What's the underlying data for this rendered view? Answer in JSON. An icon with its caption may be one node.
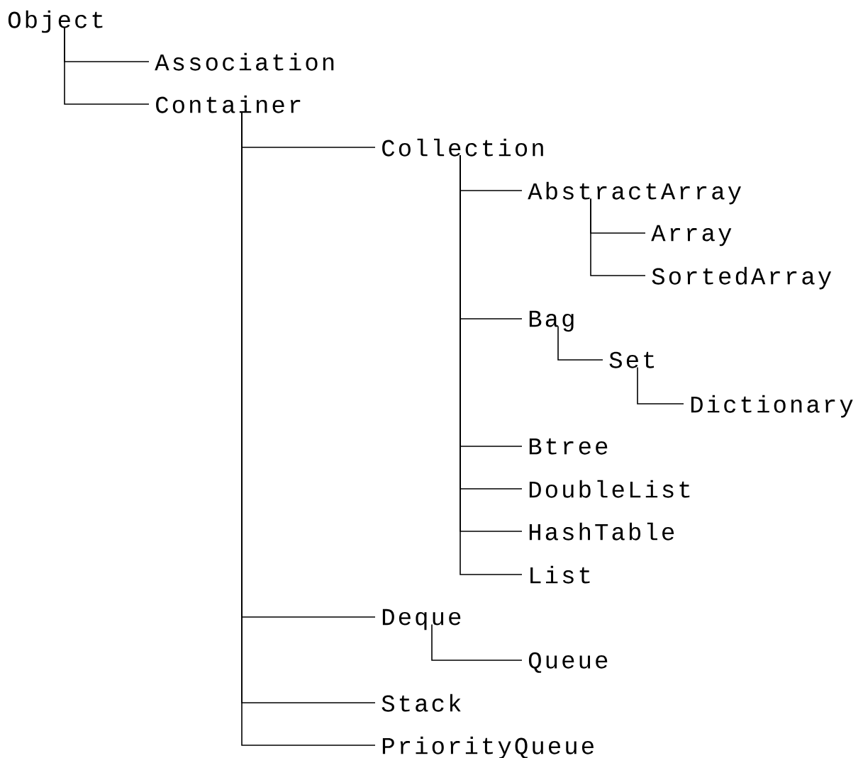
{
  "diagram": {
    "nodes": [
      {
        "text": [
          "Object"
        ]
      },
      {
        "text": [
          "Association"
        ]
      },
      {
        "text": [
          "Container"
        ]
      },
      {
        "text": [
          "Collection"
        ]
      },
      {
        "text": [
          "AbstractArray"
        ]
      },
      {
        "text": [
          "Array"
        ]
      },
      {
        "text": [
          "SortedArray"
        ]
      },
      {
        "text": [
          "Bag"
        ]
      },
      {
        "text": [
          "Set"
        ]
      },
      {
        "text": [
          "Dictionary"
        ]
      },
      {
        "text": [
          "Btree"
        ]
      },
      {
        "text": [
          "DoubleList"
        ]
      },
      {
        "text": [
          "HashTable"
        ]
      },
      {
        "text": [
          "List"
        ]
      },
      {
        "text": [
          "Deque"
        ]
      },
      {
        "text": [
          "Queue"
        ]
      },
      {
        "text": [
          "Stack"
        ]
      },
      {
        "text": [
          "PriorityQueue"
        ]
      }
    ],
    "edges": [
      {
        "from": 0,
        "to": 1,
        "arrow": "none"
      },
      {
        "from": 0,
        "to": 2,
        "arrow": "none"
      },
      {
        "from": 2,
        "to": 3,
        "arrow": "none"
      },
      {
        "from": 3,
        "to": 4,
        "arrow": "none"
      },
      {
        "from": 4,
        "to": 5,
        "arrow": "none"
      },
      {
        "from": 4,
        "to": 6,
        "arrow": "none"
      },
      {
        "from": 3,
        "to": 7,
        "arrow": "none"
      },
      {
        "from": 7,
        "to": 8,
        "arrow": "none"
      },
      {
        "from": 8,
        "to": 9,
        "arrow": "none"
      },
      {
        "from": 3,
        "to": 10,
        "arrow": "none"
      },
      {
        "from": 3,
        "to": 11,
        "arrow": "none"
      },
      {
        "from": 3,
        "to": 12,
        "arrow": "none"
      },
      {
        "from": 3,
        "to": 13,
        "arrow": "none"
      },
      {
        "from": 2,
        "to": 14,
        "arrow": "none"
      },
      {
        "from": 14,
        "to": 15,
        "arrow": "none"
      },
      {
        "from": 2,
        "to": 16,
        "arrow": "none"
      },
      {
        "from": 2,
        "to": 17,
        "arrow": "none"
      }
    ]
  }
}
